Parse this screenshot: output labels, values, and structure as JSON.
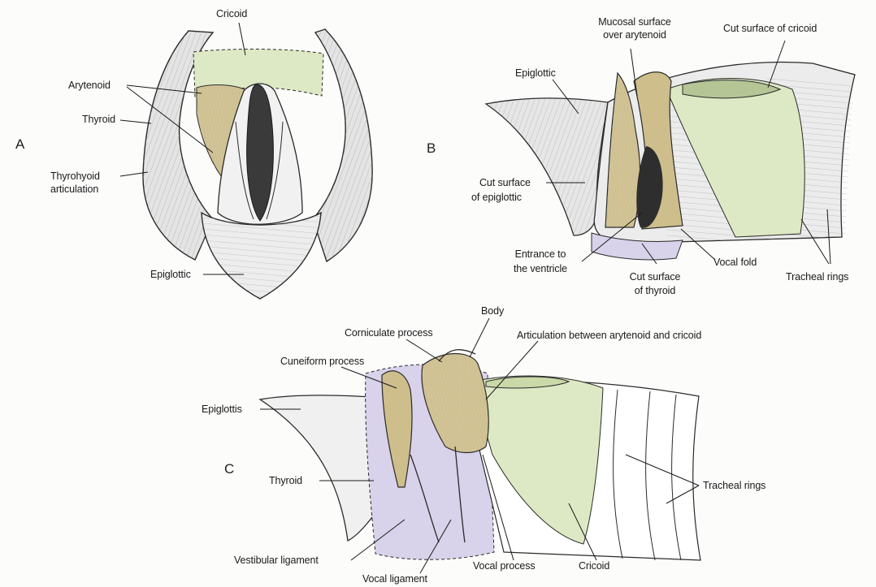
{
  "panels": {
    "a": {
      "letter": "A",
      "labels": {
        "cricoid": "Cricoid",
        "arytenoid": "Arytenoid",
        "thyroid": "Thyroid",
        "thyrohyoid_1": "Thyrohyoid",
        "thyrohyoid_2": "articulation",
        "epiglottic": "Epiglottic"
      }
    },
    "b": {
      "letter": "B",
      "labels": {
        "mucosal_1": "Mucosal surface",
        "mucosal_2": "over arytenoid",
        "cut_cricoid": "Cut surface of cricoid",
        "epiglottic": "Epiglottic",
        "cut_epi_1": "Cut surface",
        "cut_epi_2": "of epiglottic",
        "entrance_1": "Entrance to",
        "entrance_2": "the ventricle",
        "cut_thy_1": "Cut surface",
        "cut_thy_2": "of thyroid",
        "vocal_fold": "Vocal fold",
        "tracheal_rings": "Tracheal rings"
      }
    },
    "c": {
      "letter": "C",
      "labels": {
        "body": "Body",
        "corniculate": "Corniculate process",
        "articulation": "Articulation between arytenoid and cricoid",
        "cuneiform": "Cuneiform process",
        "epiglottis": "Epiglottis",
        "thyroid": "Thyroid",
        "tracheal_rings": "Tracheal rings",
        "vestibular": "Vestibular ligament",
        "vocal_process": "Vocal process",
        "cricoid": "Cricoid",
        "vocal_ligament": "Vocal ligament"
      }
    }
  },
  "colors": {
    "cricoid_green": "#dde9c4",
    "arytenoid_tan": "#d2c393",
    "thyroid_lavender": "#d8d2ea",
    "line": "#2a2a2a",
    "shade": "#8e8e8e"
  }
}
